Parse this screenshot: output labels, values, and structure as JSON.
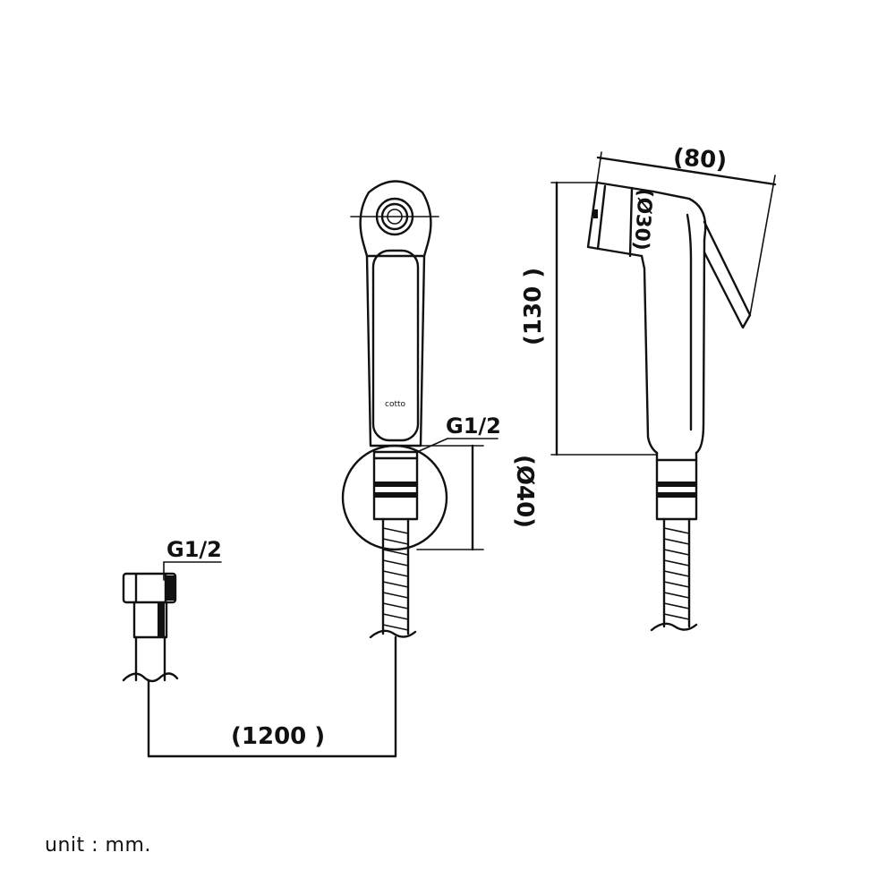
{
  "dimensions": {
    "width_label": "(80)",
    "height_label": "(130 )",
    "nozzle_diameter_label": "(Ø30)",
    "holder_diameter_label": "(Ø40)",
    "hose_length_label": "(1200 )"
  },
  "thread_labels": {
    "holder_thread": "G1/2",
    "inlet_thread": "G1/2"
  },
  "brand_mark": "cotto",
  "unit_note": "unit : mm."
}
